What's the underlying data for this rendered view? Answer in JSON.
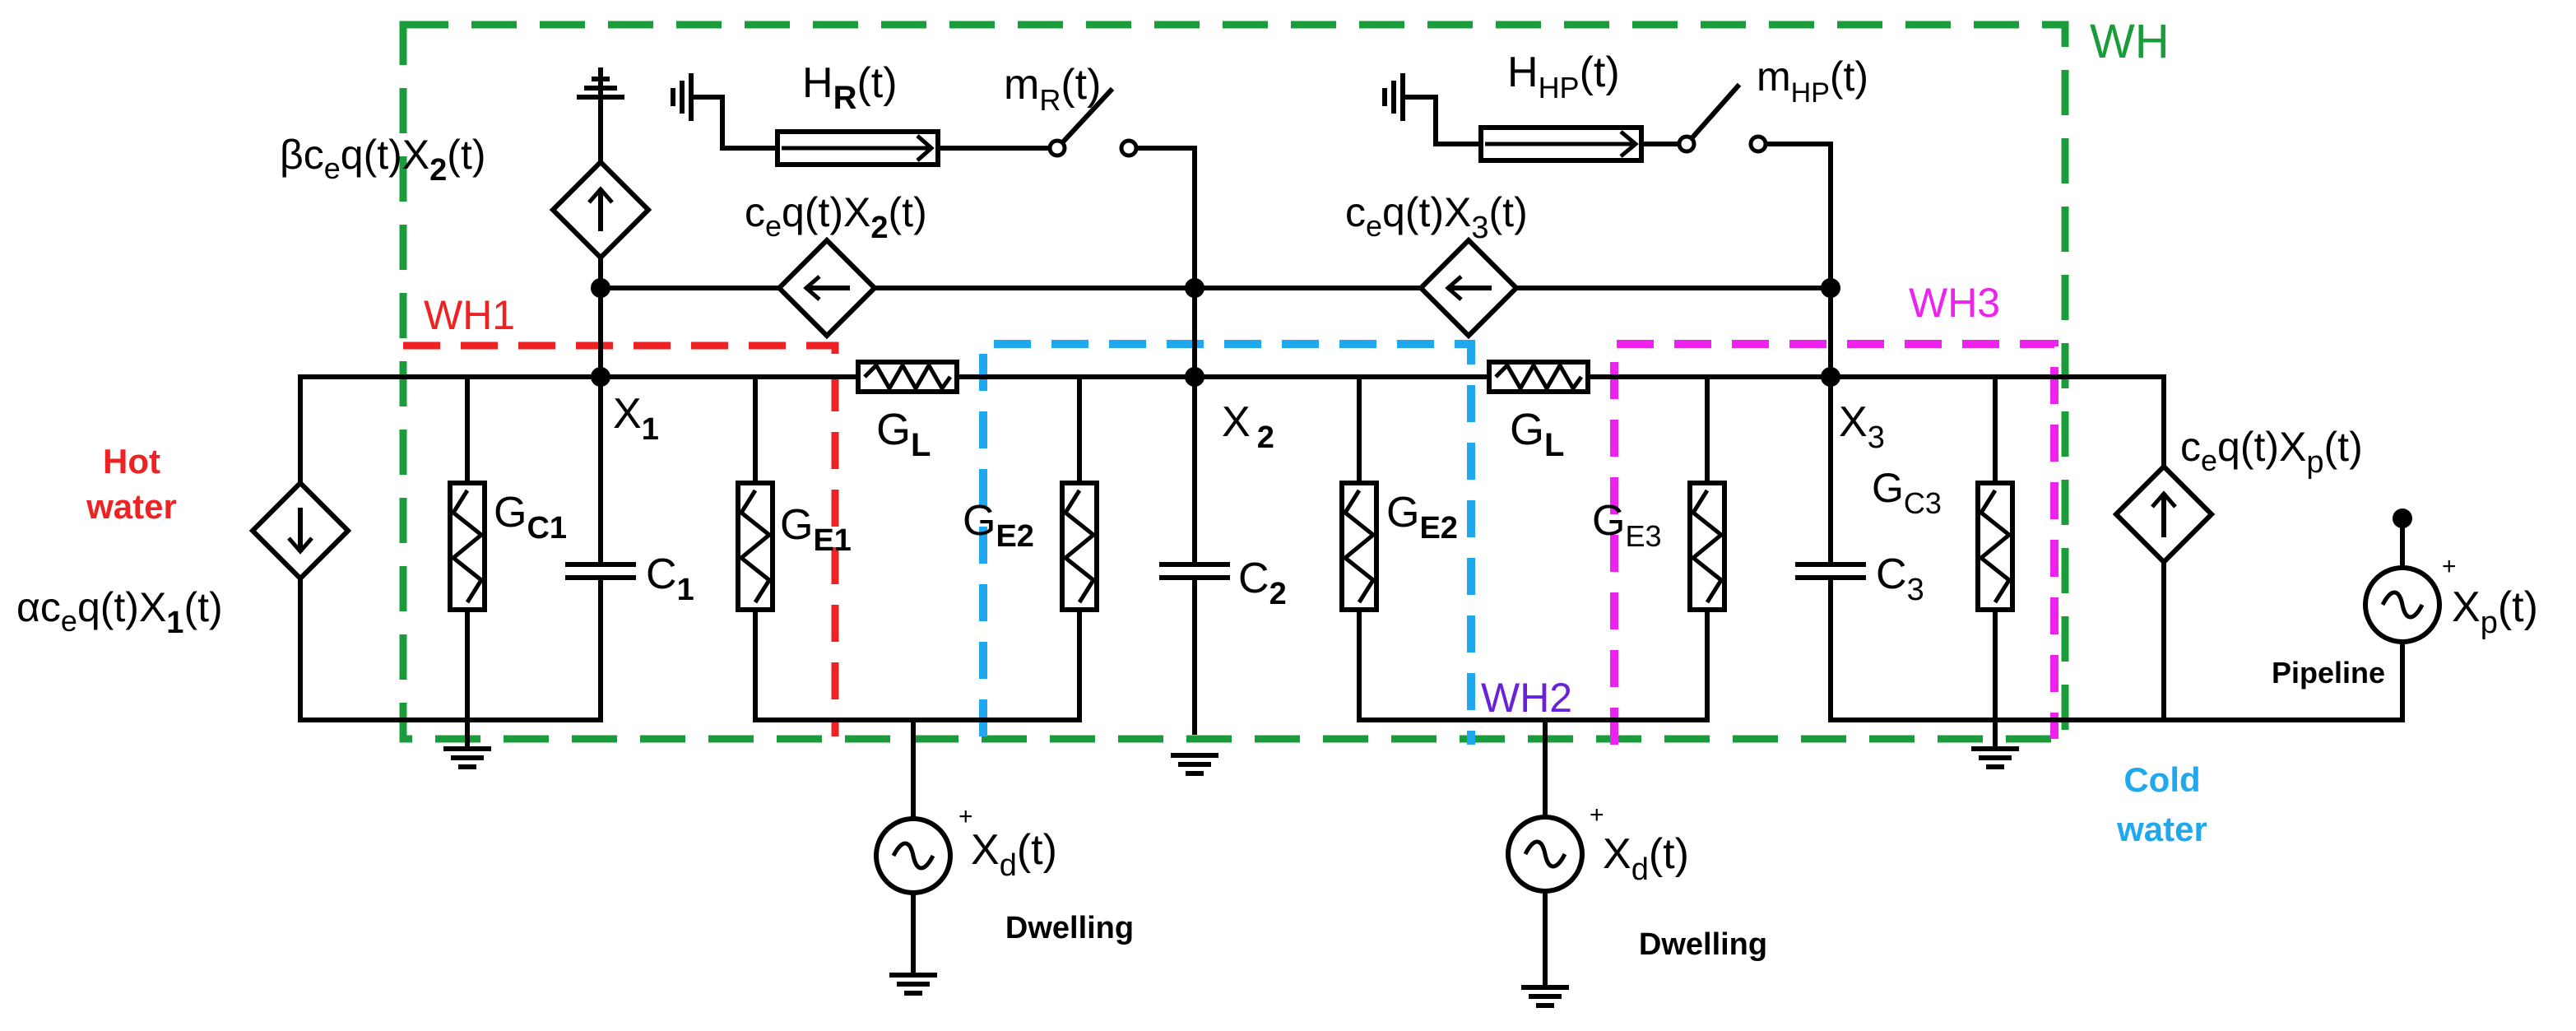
{
  "colors": {
    "wh": "#1a9c3a",
    "wh1": "#ee2222",
    "wh2": "#20a8ee",
    "wh3": "#ee22ee",
    "wh2_label": "#6a22d8",
    "hot_water": "#ee2222",
    "cold_water": "#20a8ee",
    "wire": "#000000"
  },
  "regions": {
    "wh": "WH",
    "wh1": "WH1",
    "wh2": "WH2",
    "wh3": "WH3"
  },
  "labels": {
    "hot_water_line1": "Hot",
    "hot_water_line2": "water",
    "cold_water_line1": "Cold",
    "cold_water_line2": "water",
    "pipeline": "Pipeline",
    "dwelling_1": "Dwelling",
    "dwelling_2": "Dwelling"
  },
  "components": {
    "hr": {
      "main": "H",
      "sub": "R",
      "arg": "(t)"
    },
    "mr": {
      "main": "m",
      "sub": "R",
      "arg": "(t)"
    },
    "hhp": {
      "main": "H",
      "sub": "HP",
      "arg": "(t)"
    },
    "mhp": {
      "main": "m",
      "sub": "HP",
      "arg": "(t)"
    },
    "beta_src": {
      "pre": "βc",
      "e": "e",
      "mid": "q(t)X",
      "sub": "2",
      "arg": "(t)"
    },
    "src_x2": {
      "pre": "c",
      "e": "e",
      "mid": "q(t)X",
      "sub": "2",
      "arg": "(t)"
    },
    "src_x3": {
      "pre": "c",
      "e": "e",
      "mid": "q(t)X",
      "sub": "3",
      "arg": "(t)"
    },
    "alpha_src": {
      "pre": "αc",
      "e": "e",
      "mid": "q(t)X",
      "sub": "1",
      "arg": "(t)"
    },
    "src_xp": {
      "pre": "c",
      "e": "e",
      "mid": "q(t)X",
      "sub": "p",
      "arg": "(t)"
    },
    "x1": {
      "main": "X",
      "sub": "1"
    },
    "x2": {
      "main": "X",
      "sub": "2"
    },
    "x3": {
      "main": "X",
      "sub": "3"
    },
    "gl_1": {
      "main": "G",
      "sub": "L"
    },
    "gl_2": {
      "main": "G",
      "sub": "L"
    },
    "gc1": {
      "main": "G",
      "sub": "C1"
    },
    "ge1": {
      "main": "G",
      "sub": "E1"
    },
    "ge2_a": {
      "main": "G",
      "sub": "E2"
    },
    "ge2_b": {
      "main": "G",
      "sub": "E2"
    },
    "ge3": {
      "main": "G",
      "sub": "E3"
    },
    "gc3": {
      "main": "G",
      "sub": "C3"
    },
    "c1": {
      "main": "C",
      "sub": "1"
    },
    "c2": {
      "main": "C",
      "sub": "2"
    },
    "c3": {
      "main": "C",
      "sub": "3"
    },
    "xd_1": {
      "main": "X",
      "sub": "d",
      "arg": "(t)"
    },
    "xd_2": {
      "main": "X",
      "sub": "d",
      "arg": "(t)"
    },
    "xp": {
      "main": "X",
      "sub": "p",
      "arg": "(t)"
    },
    "plus": "+"
  },
  "icons": {
    "ground": "ground-icon",
    "ac_source": "ac-voltage-source-icon",
    "dep_source": "dependent-current-source-icon",
    "resistor": "resistor-icon",
    "capacitor": "capacitor-icon",
    "switch": "switch-icon"
  }
}
